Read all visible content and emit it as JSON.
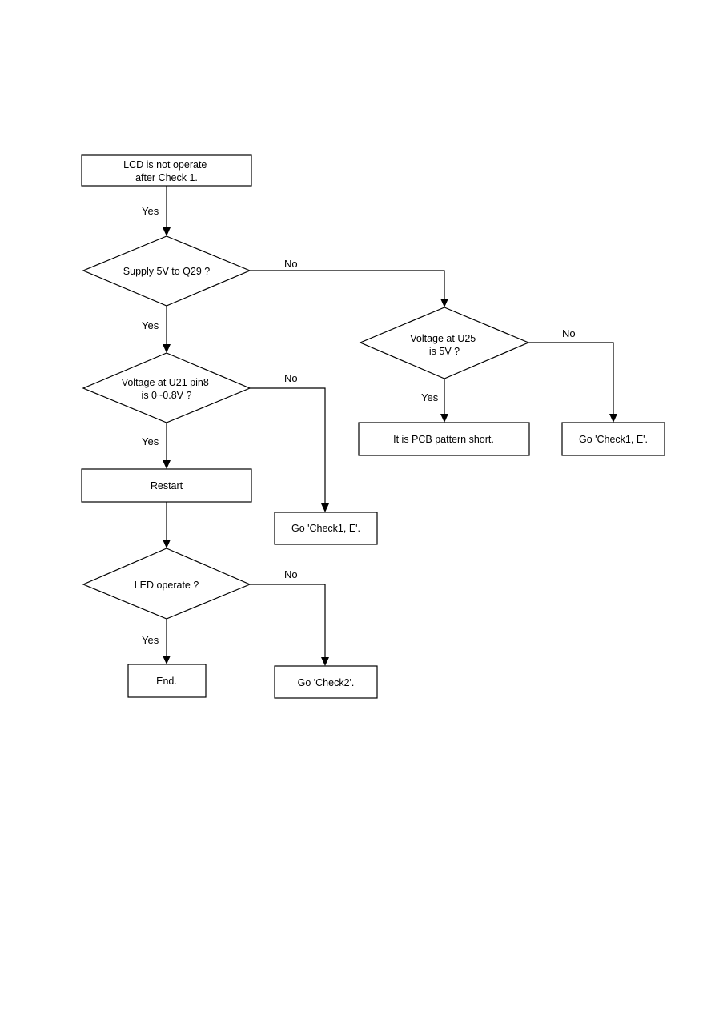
{
  "nodes": {
    "start": [
      "LCD is not operate",
      "after Check 1."
    ],
    "supply_5v_q29": [
      "Supply 5V to Q29 ?"
    ],
    "voltage_u21": [
      "Voltage at U21 pin8",
      "is 0~0.8V ?"
    ],
    "restart": [
      "Restart"
    ],
    "led_operate": [
      "LED operate ?"
    ],
    "end": [
      "End."
    ],
    "go_check1_e_left": [
      "Go 'Check1, E'."
    ],
    "go_check2": [
      "Go 'Check2'."
    ],
    "voltage_u25": [
      "Voltage at U25",
      "is 5V ?"
    ],
    "pcb_short": [
      "It is PCB pattern short."
    ],
    "go_check1_e_right": [
      "Go 'Check1, E'."
    ]
  },
  "edges": {
    "start_to_supply": "Yes",
    "supply_to_u21": "Yes",
    "supply_to_u25": "No",
    "u21_to_restart": "Yes",
    "u21_to_check1": "No",
    "led_to_end": "Yes",
    "led_to_check2": "No",
    "u25_to_pcb": "Yes",
    "u25_to_check1": "No"
  }
}
